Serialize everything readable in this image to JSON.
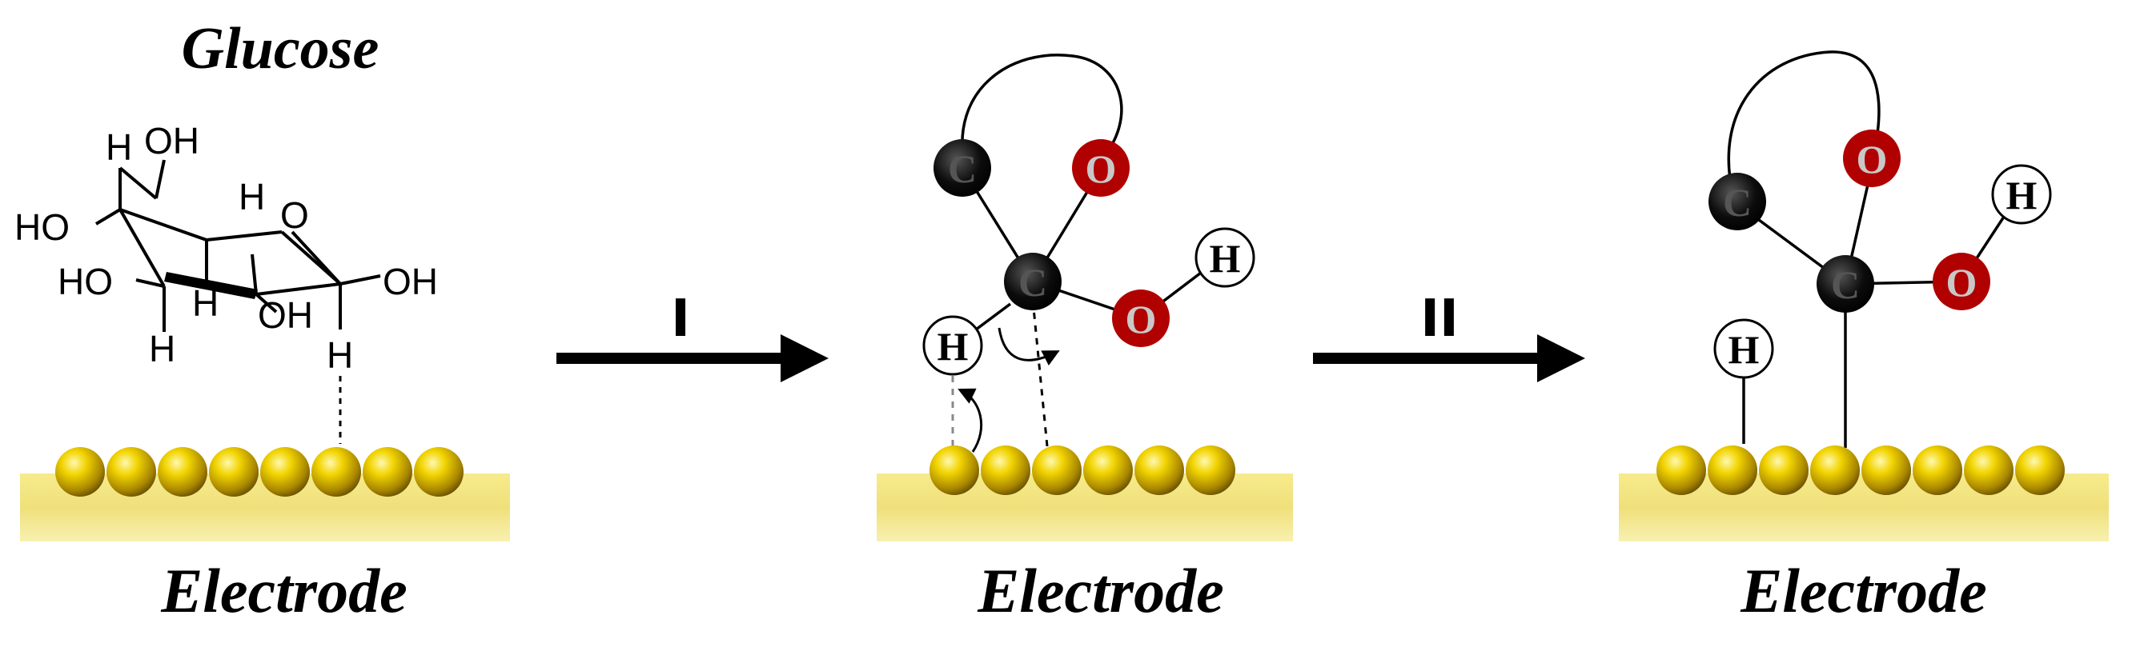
{
  "panels": [
    {
      "title": "Glucose",
      "substrate_label": "Electrode"
    },
    {
      "substrate_label": "Electrode"
    },
    {
      "substrate_label": "Electrode"
    }
  ],
  "glucose_labels": {
    "oh_top": "OH",
    "h_top": "H",
    "ho_left": "HO",
    "h_ring": "H",
    "o_ring": "O",
    "ho_mid": "HO",
    "oh_right": "OH",
    "h_center": "H",
    "oh_bottom": "OH",
    "h_bottom_left": "H",
    "h_bottom_right": "H"
  },
  "steps": [
    "I",
    "II"
  ],
  "atoms": {
    "carbon": "C",
    "oxygen": "O",
    "hydrogen": "H"
  },
  "colors": {
    "gold_sphere": "#d4b400",
    "gold_surface": "#f0e27a",
    "carbon": "#000000",
    "oxygen": "#b00000",
    "hydrogen_fill": "#ffffff",
    "arrow": "#000000"
  }
}
